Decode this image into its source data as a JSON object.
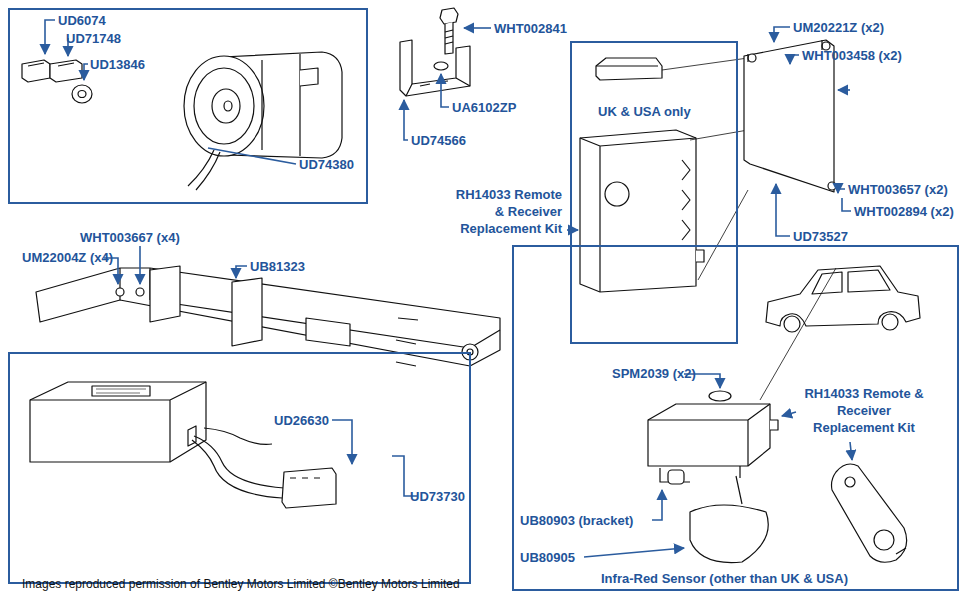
{
  "diagram": {
    "caption": "Images reproduced permission of Bentley Motors Limited ©Bentley Motors Limited",
    "nodes": [
      {
        "text": [
          "UD6074",
          "UD71748",
          "UD13846",
          "UD74380"
        ]
      },
      {
        "text": [
          "UK & USA only"
        ]
      },
      {
        "text": [
          "UD26630",
          "UD73730"
        ]
      },
      {
        "text": [
          "SPM2039 (x2)",
          "RH14033 Remote & Receiver Replacement Kit",
          "UB80903 (bracket)",
          "UB80905",
          "Infra-Red Sensor (other than UK & USA)"
        ]
      }
    ],
    "labels": [
      "WHT002841",
      "UA6102ZP",
      "UD74566",
      "RH14033 Remote & Receiver Replacement Kit",
      "UM20221Z (x2)",
      "WHT003458 (x2)",
      "WHT003657 (x2)",
      "WHT002894 (x2)",
      "UD73527",
      "WHT003667 (x4)",
      "UM22004Z (x4)",
      "UB81323"
    ]
  }
}
